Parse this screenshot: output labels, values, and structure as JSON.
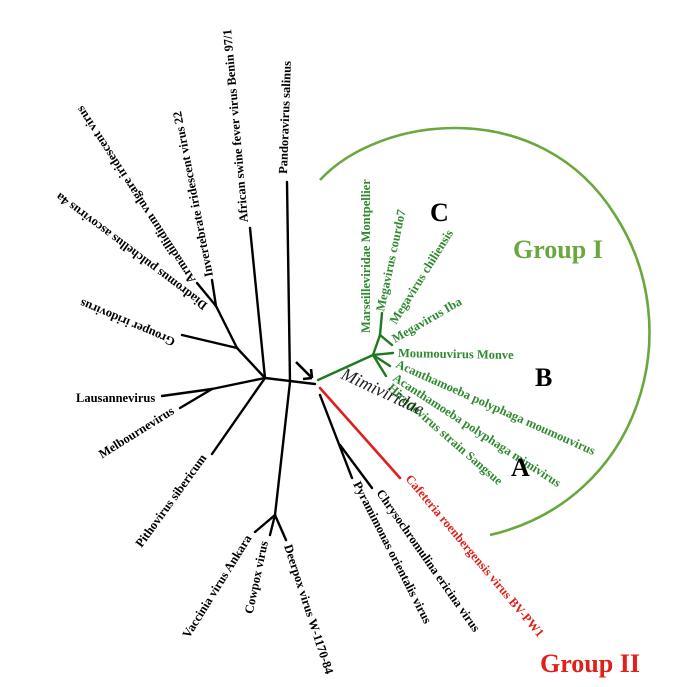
{
  "colors": {
    "black_branch": "#000000",
    "mimi_branch": "#1f7a1f",
    "mimi_label": "#2f8a2f",
    "group1": "#6aa83f",
    "group2": "#e0201a"
  },
  "family_label": "Mimiviridae",
  "group_labels": {
    "group1": "Group I",
    "group2": "Group II"
  },
  "clade_letters": {
    "a": "A",
    "b": "B",
    "c": "C"
  },
  "taxa": {
    "pandoravirus": "Pandoravirus salinus",
    "asfv": "African swine fever virus Benin 97/1",
    "iiv22": "Invertebrate iridescent virus 22",
    "armadillidium": "Armadillidium vulgare iridescent virus",
    "diadromus": "Diadromus pulchellus ascovirus 4a",
    "grouper": "Grouper iridovirus",
    "lausanne": "Lausannevirus",
    "melbourne": "Melbournevirus",
    "pithovirus": "Pithovirus sibericum",
    "vaccinia": "Vaccinia virus Ankara",
    "cowpox": "Cowpox virus",
    "deerpox": "Deerpox virus W-1170-84",
    "pyramimonas": "Pyramimonas orientalis virus",
    "chrysochromulina": "Chrysochromulina ericina virus",
    "cafeteria": "Cafeteria roenbergensis virus BV-PW1",
    "marseille": "Marseilleviridae Montpellier",
    "courdo7": "Megavirus courdo7",
    "chiliensis": "Megavirus chiliensis",
    "iba": "Megavirus Iba",
    "monve": "Moumouvirus Monve",
    "moumou": "Acanthamoeba polyphaga moumouvirus",
    "mimi": "Acanthamoeba polyphaga mimivirus",
    "sangsue": "Hirudovirus strain Sangsue"
  }
}
